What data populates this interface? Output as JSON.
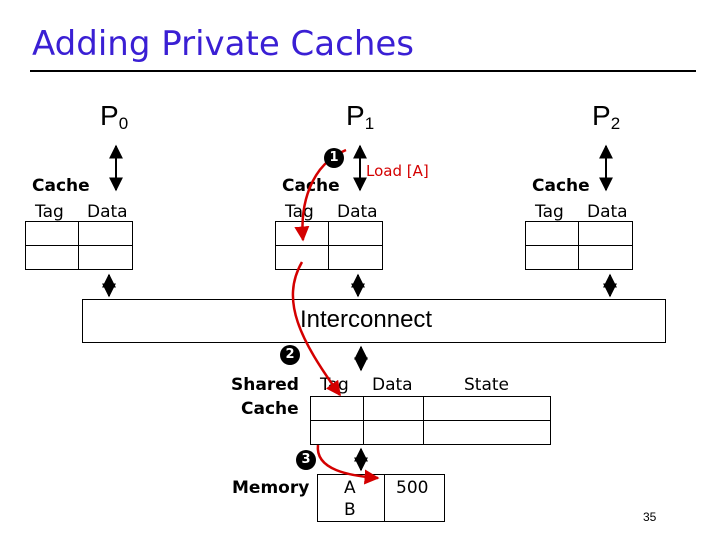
{
  "title": "Adding Private Caches",
  "processors": [
    {
      "label": "P",
      "index": "0"
    },
    {
      "label": "P",
      "index": "1"
    },
    {
      "label": "P",
      "index": "2"
    }
  ],
  "private_cache": {
    "label": "Cache",
    "tag_header": "Tag",
    "data_header": "Data"
  },
  "interconnect_label": "Interconnect",
  "shared_cache": {
    "label_line1": "Shared",
    "label_line2": "Cache",
    "tag_header": "Tag",
    "data_header": "Data",
    "state_header": "State"
  },
  "memory": {
    "label": "Memory",
    "rows": [
      {
        "address": "A",
        "value": "500"
      },
      {
        "address": "B",
        "value": ""
      }
    ]
  },
  "steps": [
    "1",
    "2",
    "3"
  ],
  "load_label": "Load [A]",
  "page_number": "35",
  "colors": {
    "title": "#3a1fd4",
    "arrow": "#d40000"
  }
}
